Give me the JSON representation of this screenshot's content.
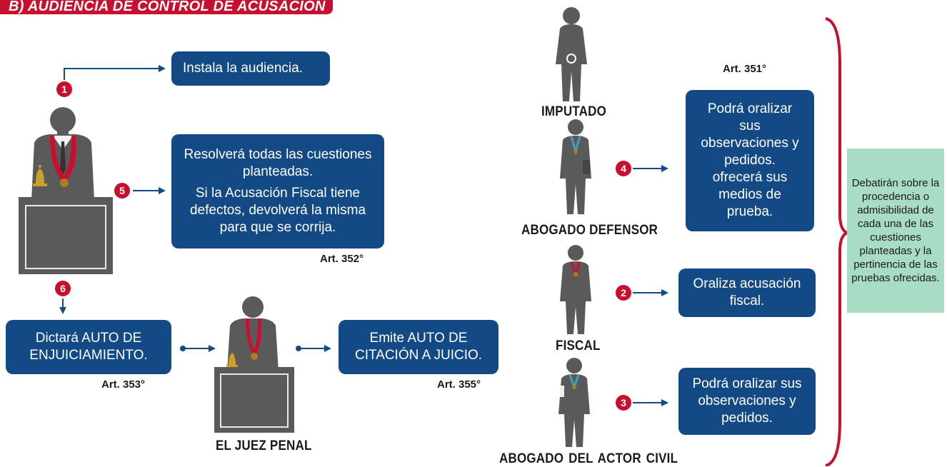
{
  "title": "B) AUDIENCIA DE CONTROL DE ACUSACIÓN",
  "steps": {
    "n1": "1",
    "n2": "2",
    "n3": "3",
    "n4": "4",
    "n5": "5",
    "n6": "6"
  },
  "boxes": {
    "instala": "Instala la audiencia.",
    "resolvera_1": "Resolverá todas las cuestiones planteadas.",
    "resolvera_2": "Si la Acusación Fiscal tiene defectos, devolverá la misma para que se corrija.",
    "dictara": "Dictará AUTO DE ENJUICIAMIENTO.",
    "emite": "Emite AUTO DE CITACIÓN A JUICIO.",
    "podra_defensor": "Podrá oralizar sus observaciones y pedidos. ofrecerá sus medios de prueba.",
    "oraliza": "Oraliza acusación fiscal.",
    "podra_actor": "Podrá oralizar sus observaciones y pedidos."
  },
  "articles": {
    "a352": "Art. 352°",
    "a353": "Art. 353°",
    "a355": "Art. 355°",
    "a351": "Art. 351°"
  },
  "labels": {
    "imputado": "IMPUTADO",
    "defensor": "ABOGADO DEFENSOR",
    "fiscal": "FISCAL",
    "actor": "ABOGADO DEL ACTOR  CIVIL",
    "juez": "EL JUEZ PENAL"
  },
  "side_note": "Debatirán sobre la procedencia o admisibilidad de cada una de las cuestiones planteadas y la pertinencia de las pruebas ofrecidas.",
  "colors": {
    "box_blue": "#134a86",
    "accent_red": "#c8102e",
    "figure_gray": "#5a5a5a",
    "side_green": "#a8dcc4"
  }
}
